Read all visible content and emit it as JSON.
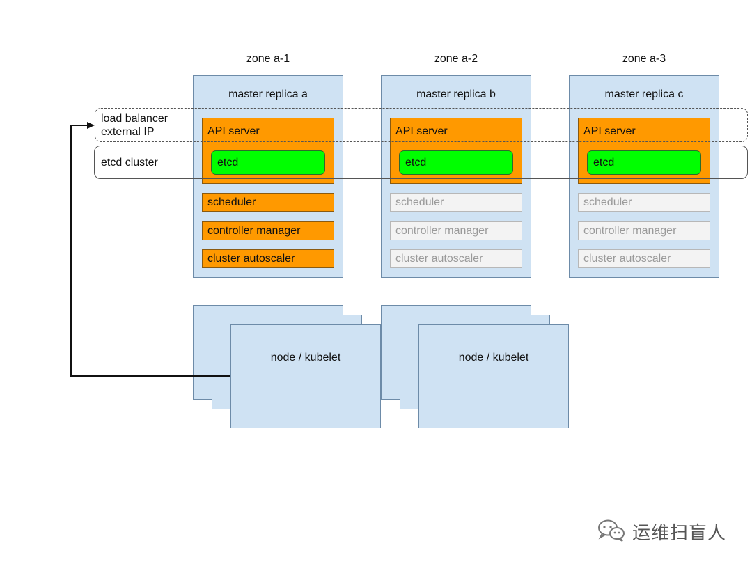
{
  "zones": [
    {
      "name": "zone a-1",
      "master": "master replica a"
    },
    {
      "name": "zone a-2",
      "master": "master replica b"
    },
    {
      "name": "zone a-3",
      "master": "master replica c"
    }
  ],
  "components": {
    "api_server": "API server",
    "etcd": "etcd",
    "scheduler": "scheduler",
    "controller_manager": "controller manager",
    "cluster_autoscaler": "cluster autoscaler"
  },
  "component_state": {
    "replica_a": "active",
    "replica_b": "inactive",
    "replica_c": "inactive"
  },
  "overlays": {
    "load_balancer": "load balancer\nexternal IP",
    "etcd_cluster": "etcd cluster"
  },
  "node_label": "node / kubelet",
  "watermark": "运维扫盲人",
  "colors": {
    "master_bg": "#cfe2f3",
    "active_component": "#ff9900",
    "etcd": "#00ff00",
    "inactive_component": "#f3f3f3",
    "inactive_text": "#9a9a9a"
  }
}
